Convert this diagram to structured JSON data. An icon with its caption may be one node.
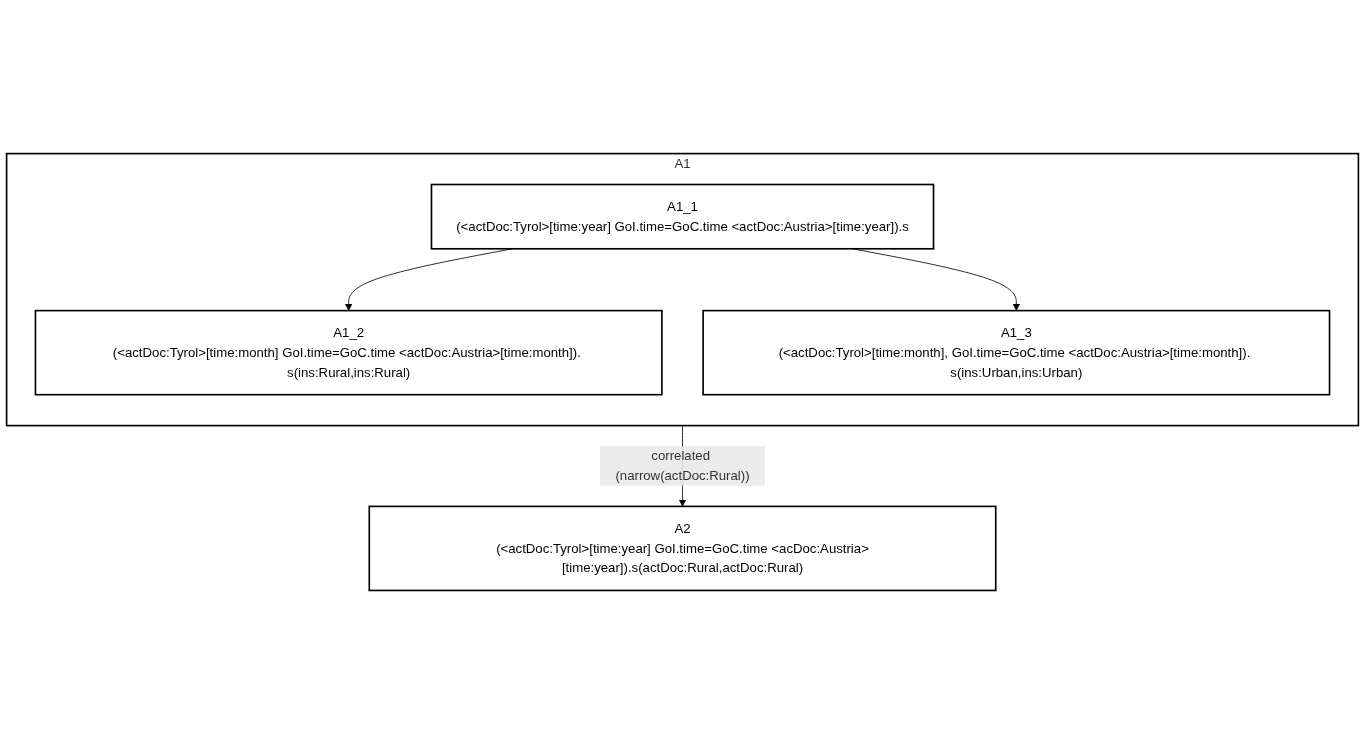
{
  "diagram": {
    "nodes": [
      {
        "text": [
          "A1"
        ]
      },
      {
        "text": [
          "A1_1",
          "(<actDoc:Tyrol>[time:year] GoI.time=GoC.time <actDoc:Austria>[time:year]).s"
        ],
        "in": 0
      },
      {
        "text": [
          "A1_2",
          "(<actDoc:Tyrol>[time:month] GoI.time=GoC.time <actDoc:Austria>[time:month]). s(ins:Rural,ins:Rural)"
        ],
        "in": 0
      },
      {
        "text": [
          "A1_3",
          "(<actDoc:Tyrol>[time:month], GoI.time=GoC.time <actDoc:Austria>[time:month]). s(ins:Urban,ins:Urban)"
        ],
        "in": 0
      },
      {
        "text": [
          "A2",
          "(<actDoc:Tyrol>[time:year] GoI.time=GoC.time <acDoc:Austria>[time:year]).s(actDoc:Rural,actDoc:Rural)"
        ]
      }
    ],
    "edges": [
      {
        "from": 1,
        "to": 2,
        "arrow": "to"
      },
      {
        "from": 1,
        "to": 3,
        "arrow": "to"
      },
      {
        "from": 0,
        "to": 4,
        "arrow": "to",
        "label": "correlated (narrow(actDoc:Rural))"
      }
    ]
  }
}
